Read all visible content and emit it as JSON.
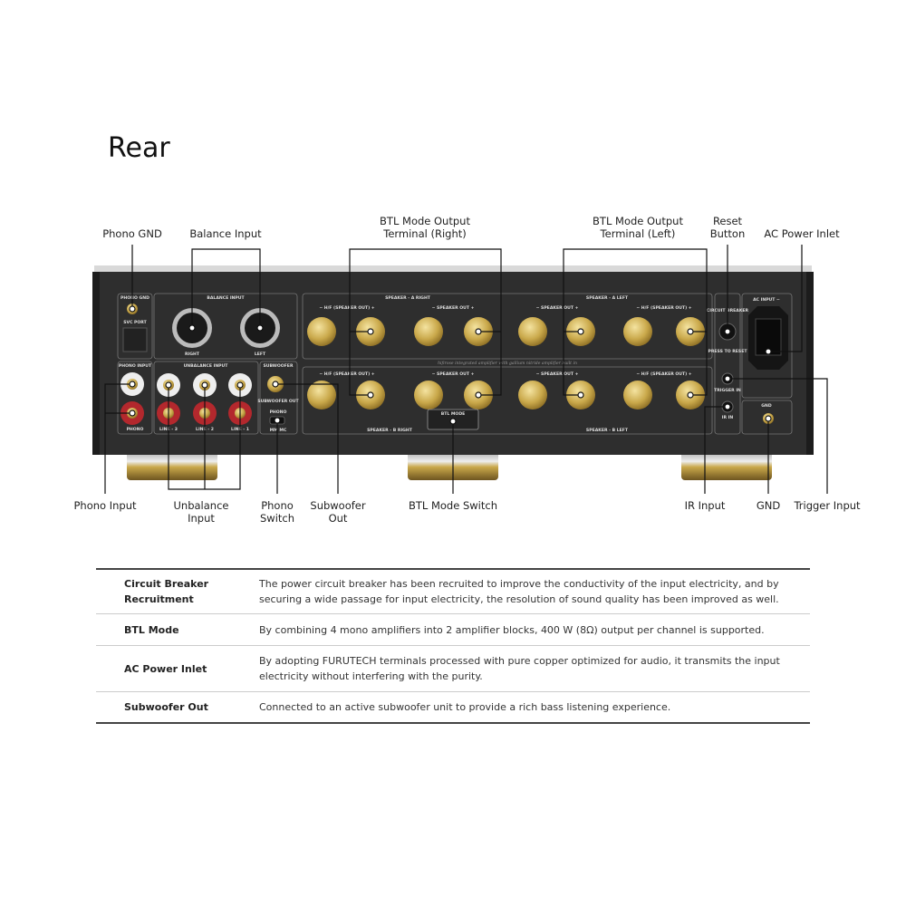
{
  "title": "Rear",
  "callouts_top": {
    "phono_gnd": "Phono GND",
    "balance_input": "Balance Input",
    "btl_right": [
      "BTL Mode Output",
      "Terminal (Right)"
    ],
    "btl_left": [
      "BTL Mode Output",
      "Terminal (Left)"
    ],
    "reset_button": [
      "Reset",
      "Button"
    ],
    "ac_power_inlet": "AC Power Inlet"
  },
  "callouts_bottom": {
    "phono_input": "Phono Input",
    "unbalance_input": [
      "Unbalance",
      "Input"
    ],
    "phono_switch": [
      "Phono",
      "Switch"
    ],
    "subwoofer_out": [
      "Subwoofer",
      "Out"
    ],
    "btl_mode_switch": "BTL Mode Switch",
    "ir_input": "IR Input",
    "gnd": "GND",
    "trigger_input": "Trigger Input"
  },
  "panel_labels": {
    "phono_gnd": "PHONO GND",
    "svc_port": "SVC PORT",
    "balance_input": "BALANCE INPUT",
    "right": "RIGHT",
    "left": "LEFT",
    "phono_input": "PHONO INPUT",
    "phono": "PHONO",
    "unbalance_input": "UNBALANCE INPUT",
    "line3": "LINE - 3",
    "line2": "LINE - 2",
    "line1": "LINE - 1",
    "subwoofer": "SUBWOOFER",
    "subwoofer_out": "SUBWOOFER OUT",
    "phono_switch": "PHONO",
    "mm_mc": "MM      MC",
    "speaker_a_right": "SPEAKER - A  RIGHT",
    "speaker_a_left": "SPEAKER - A  LEFT",
    "speaker_b_right": "SPEAKER - B  RIGHT",
    "speaker_b_left": "SPEAKER - B  LEFT",
    "hf_out": "−  H/F (SPEAKER OUT)  +",
    "speaker_out": "−   SPEAKER OUT   +",
    "btl_mode": "BTL MODE",
    "circuit_breaker": "CIRCUIT BREAKER",
    "press_to_reset": "PRESS TO RESET",
    "trigger_in": "TRIGGER IN",
    "ir_in": "IR IN",
    "ac_input": "AC INPUT ~",
    "gnd": "GND",
    "script": "hifirose integrated amplifier  with gallium nitride amplifier built in"
  },
  "table": [
    {
      "feature": "Circuit Breaker Recruitment",
      "description": "The power circuit breaker has been recruited to improve the conductivity of the input electricity, and by securing a wide passage for input electricity, the resolution of sound quality has been improved as well."
    },
    {
      "feature": "BTL Mode",
      "description": "By combining 4 mono amplifiers into 2 amplifier blocks, 400 W (8Ω) output per channel is supported."
    },
    {
      "feature": "AC Power Inlet",
      "description": "By adopting FURUTECH terminals processed with pure copper optimized for audio, it transmits the input electricity without interfering with the purity."
    },
    {
      "feature": "Subwoofer Out",
      "description": "Connected to an active subwoofer unit to provide a rich bass listening experience."
    }
  ],
  "colors": {
    "panel": "#2e2e2e",
    "gold": "#c9a84a",
    "red_rca": "#b3282d",
    "callout_line": "#111111"
  }
}
